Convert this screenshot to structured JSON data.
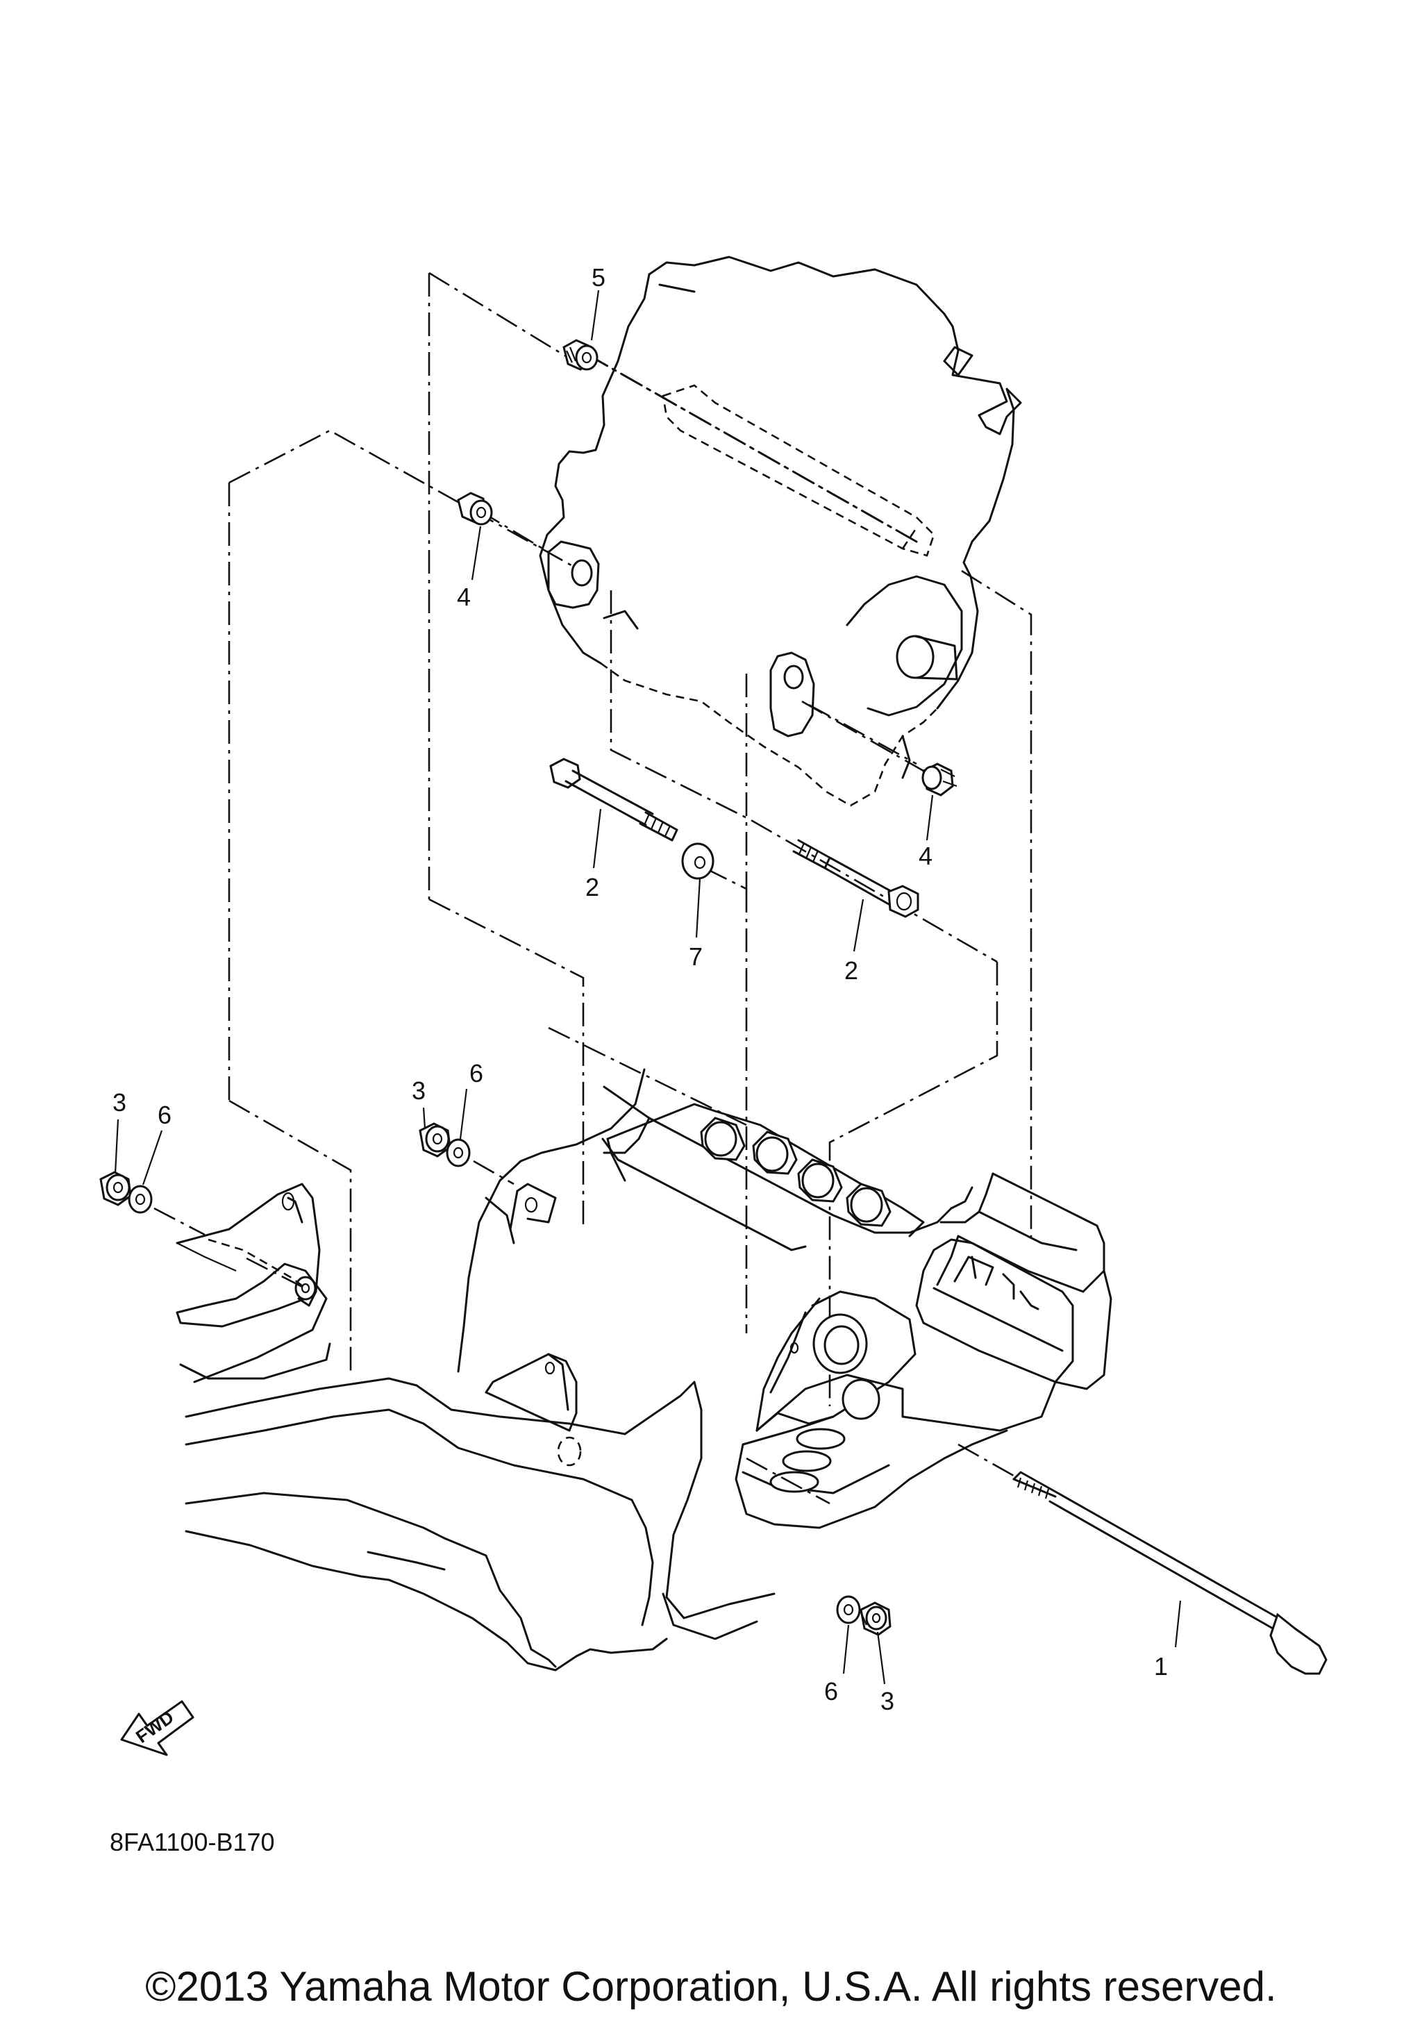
{
  "callouts": [
    "5",
    "4",
    "4",
    "2",
    "7",
    "2",
    "3",
    "6",
    "3",
    "6",
    "1",
    "6",
    "3"
  ],
  "fwd_label": "FWD",
  "figure_code": "8FA1100-B170",
  "copyright": "©2013 Yamaha Motor Corporation, U.S.A. All rights reserved."
}
